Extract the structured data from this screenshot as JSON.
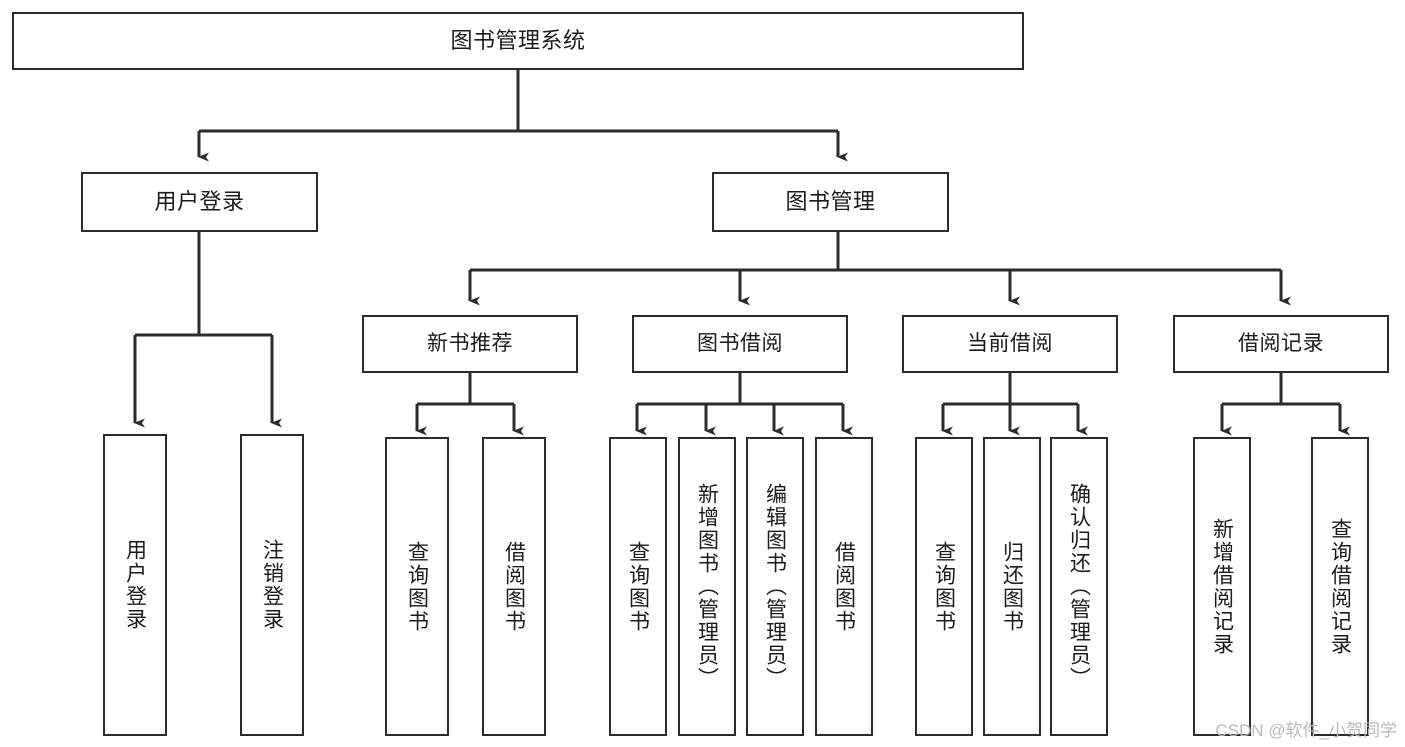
{
  "diagram": {
    "type": "tree-hierarchy-chart",
    "title": "图书管理系统",
    "colors": {
      "box_border": "#2b2b2b",
      "box_fill": "#ffffff",
      "connector": "#2b2b2b",
      "text": "#1b1b1b",
      "watermark": "#b9b9b9",
      "background": "#ffffff"
    },
    "root": {
      "label": "图书管理系统"
    },
    "level1": [
      {
        "label": "用户登录"
      },
      {
        "label": "图书管理"
      }
    ],
    "level2": [
      {
        "label": "新书推荐"
      },
      {
        "label": "图书借阅"
      },
      {
        "label": "当前借阅"
      },
      {
        "label": "借阅记录"
      }
    ],
    "leaves": {
      "user_login": [
        {
          "label": "用户登录"
        },
        {
          "label": "注销登录"
        }
      ],
      "new_book_recommend": [
        {
          "label": "查询图书"
        },
        {
          "label": "借阅图书"
        }
      ],
      "book_borrow": [
        {
          "label": "查询图书"
        },
        {
          "label": "新增图书（管理员）"
        },
        {
          "label": "编辑图书（管理员）"
        },
        {
          "label": "借阅图书"
        }
      ],
      "current_borrow": [
        {
          "label": "查询图书"
        },
        {
          "label": "归还图书"
        },
        {
          "label": "确认归还（管理员）"
        }
      ],
      "borrow_record": [
        {
          "label": "新增借阅记录"
        },
        {
          "label": "查询借阅记录"
        }
      ]
    }
  },
  "watermark": {
    "text": "CSDN @软件_小贺同学"
  }
}
